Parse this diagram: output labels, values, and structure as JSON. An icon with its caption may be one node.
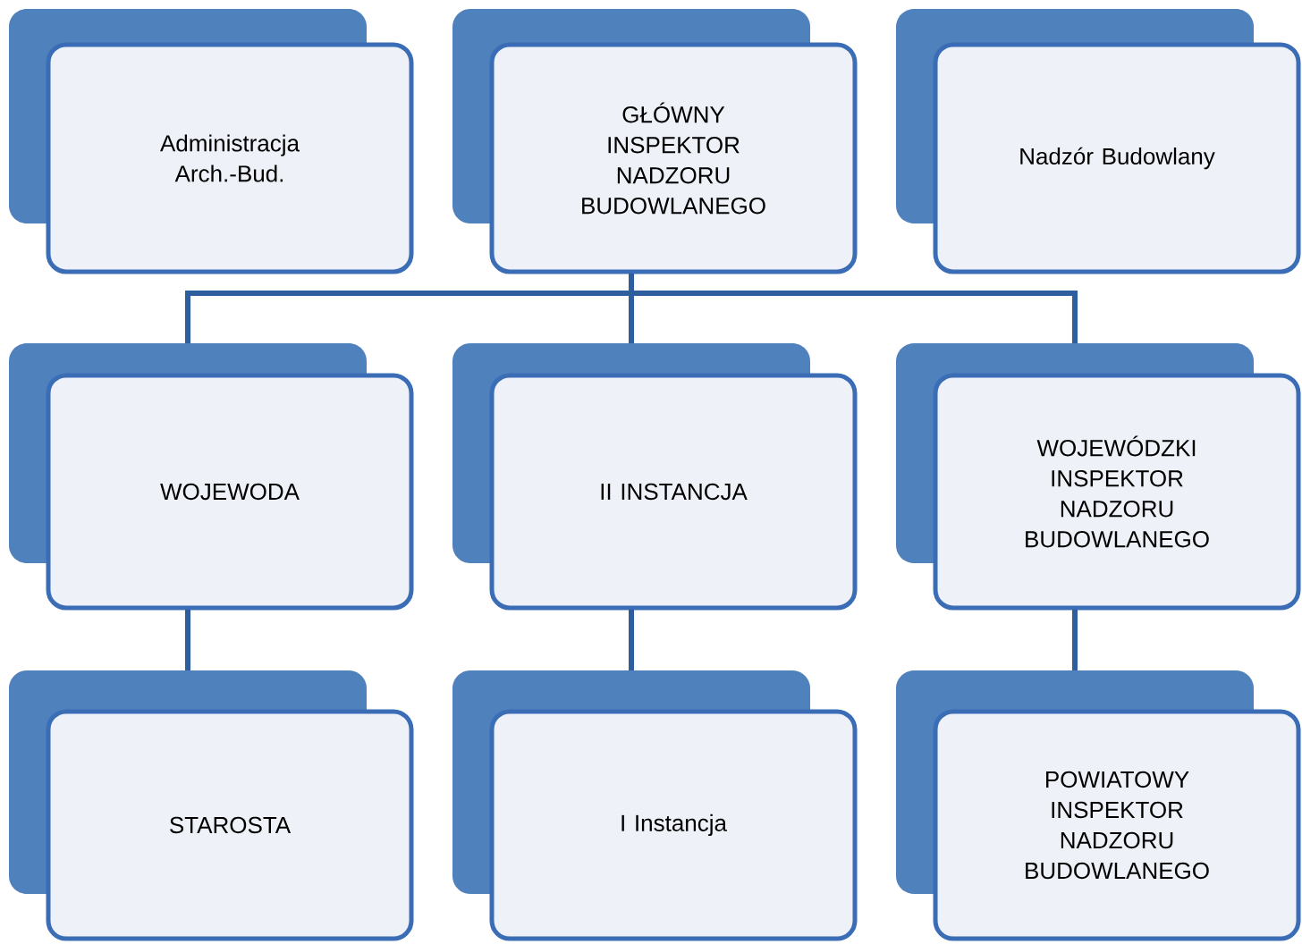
{
  "diagram": {
    "nodes": [
      {
        "text": [
          "Administracja Arch.-Bud."
        ]
      },
      {
        "text": [
          "GŁÓWNY INSPEKTOR NADZORU BUDOWLANEGO"
        ]
      },
      {
        "text": [
          "Nadzór Budowlany"
        ]
      },
      {
        "text": [
          "WOJEWODA"
        ]
      },
      {
        "text": [
          "II INSTANCJA"
        ]
      },
      {
        "text": [
          "WOJEWÓDZKI INSPEKTOR NADZORU BUDOWLANEGO"
        ]
      },
      {
        "text": [
          "STAROSTA"
        ]
      },
      {
        "text": [
          "I Instancja"
        ]
      },
      {
        "text": [
          "POWIATOWY INSPEKTOR NADZORU BUDOWLANEGO"
        ]
      }
    ],
    "edges": [
      {
        "from": 1,
        "to": 3,
        "arrow": "none"
      },
      {
        "from": 1,
        "to": 4,
        "arrow": "none"
      },
      {
        "from": 1,
        "to": 5,
        "arrow": "none"
      },
      {
        "from": 3,
        "to": 6,
        "arrow": "none"
      },
      {
        "from": 4,
        "to": 7,
        "arrow": "none"
      },
      {
        "from": 5,
        "to": 8,
        "arrow": "none"
      }
    ]
  }
}
